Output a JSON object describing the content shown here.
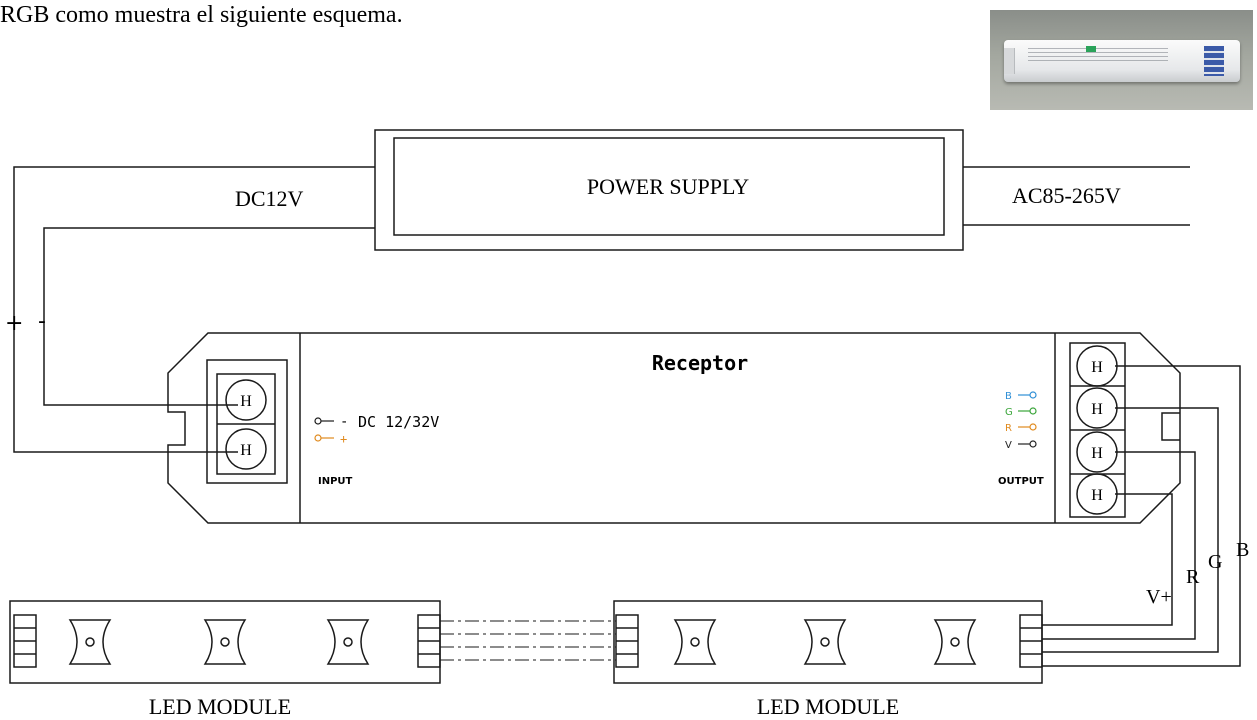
{
  "intro_text": "RGB como muestra el siguiente esquema.",
  "power_supply": {
    "label": "POWER SUPPLY",
    "dc_output": "DC12V",
    "ac_input": "AC85-265V"
  },
  "polarity": {
    "plus": "+",
    "minus": "-"
  },
  "receptor": {
    "title": "Receptor",
    "input_label": "INPUT",
    "output_label": "OUTPUT",
    "dc_label": "DC 12/32V",
    "input_minus": "-",
    "input_plus": "+",
    "terminal_mark": "H",
    "outputs": [
      {
        "letter": "B",
        "color": "#2f8fd6"
      },
      {
        "letter": "G",
        "color": "#3aa53a"
      },
      {
        "letter": "R",
        "color": "#e08a1e"
      },
      {
        "letter": "V",
        "color": "#222222"
      }
    ]
  },
  "wire_labels": {
    "vplus": "V+",
    "r": "R",
    "g": "G",
    "b": "B"
  },
  "led_module_label": "LED MODULE",
  "colors": {
    "line": "#1a1a1a",
    "background": "#ffffff"
  }
}
